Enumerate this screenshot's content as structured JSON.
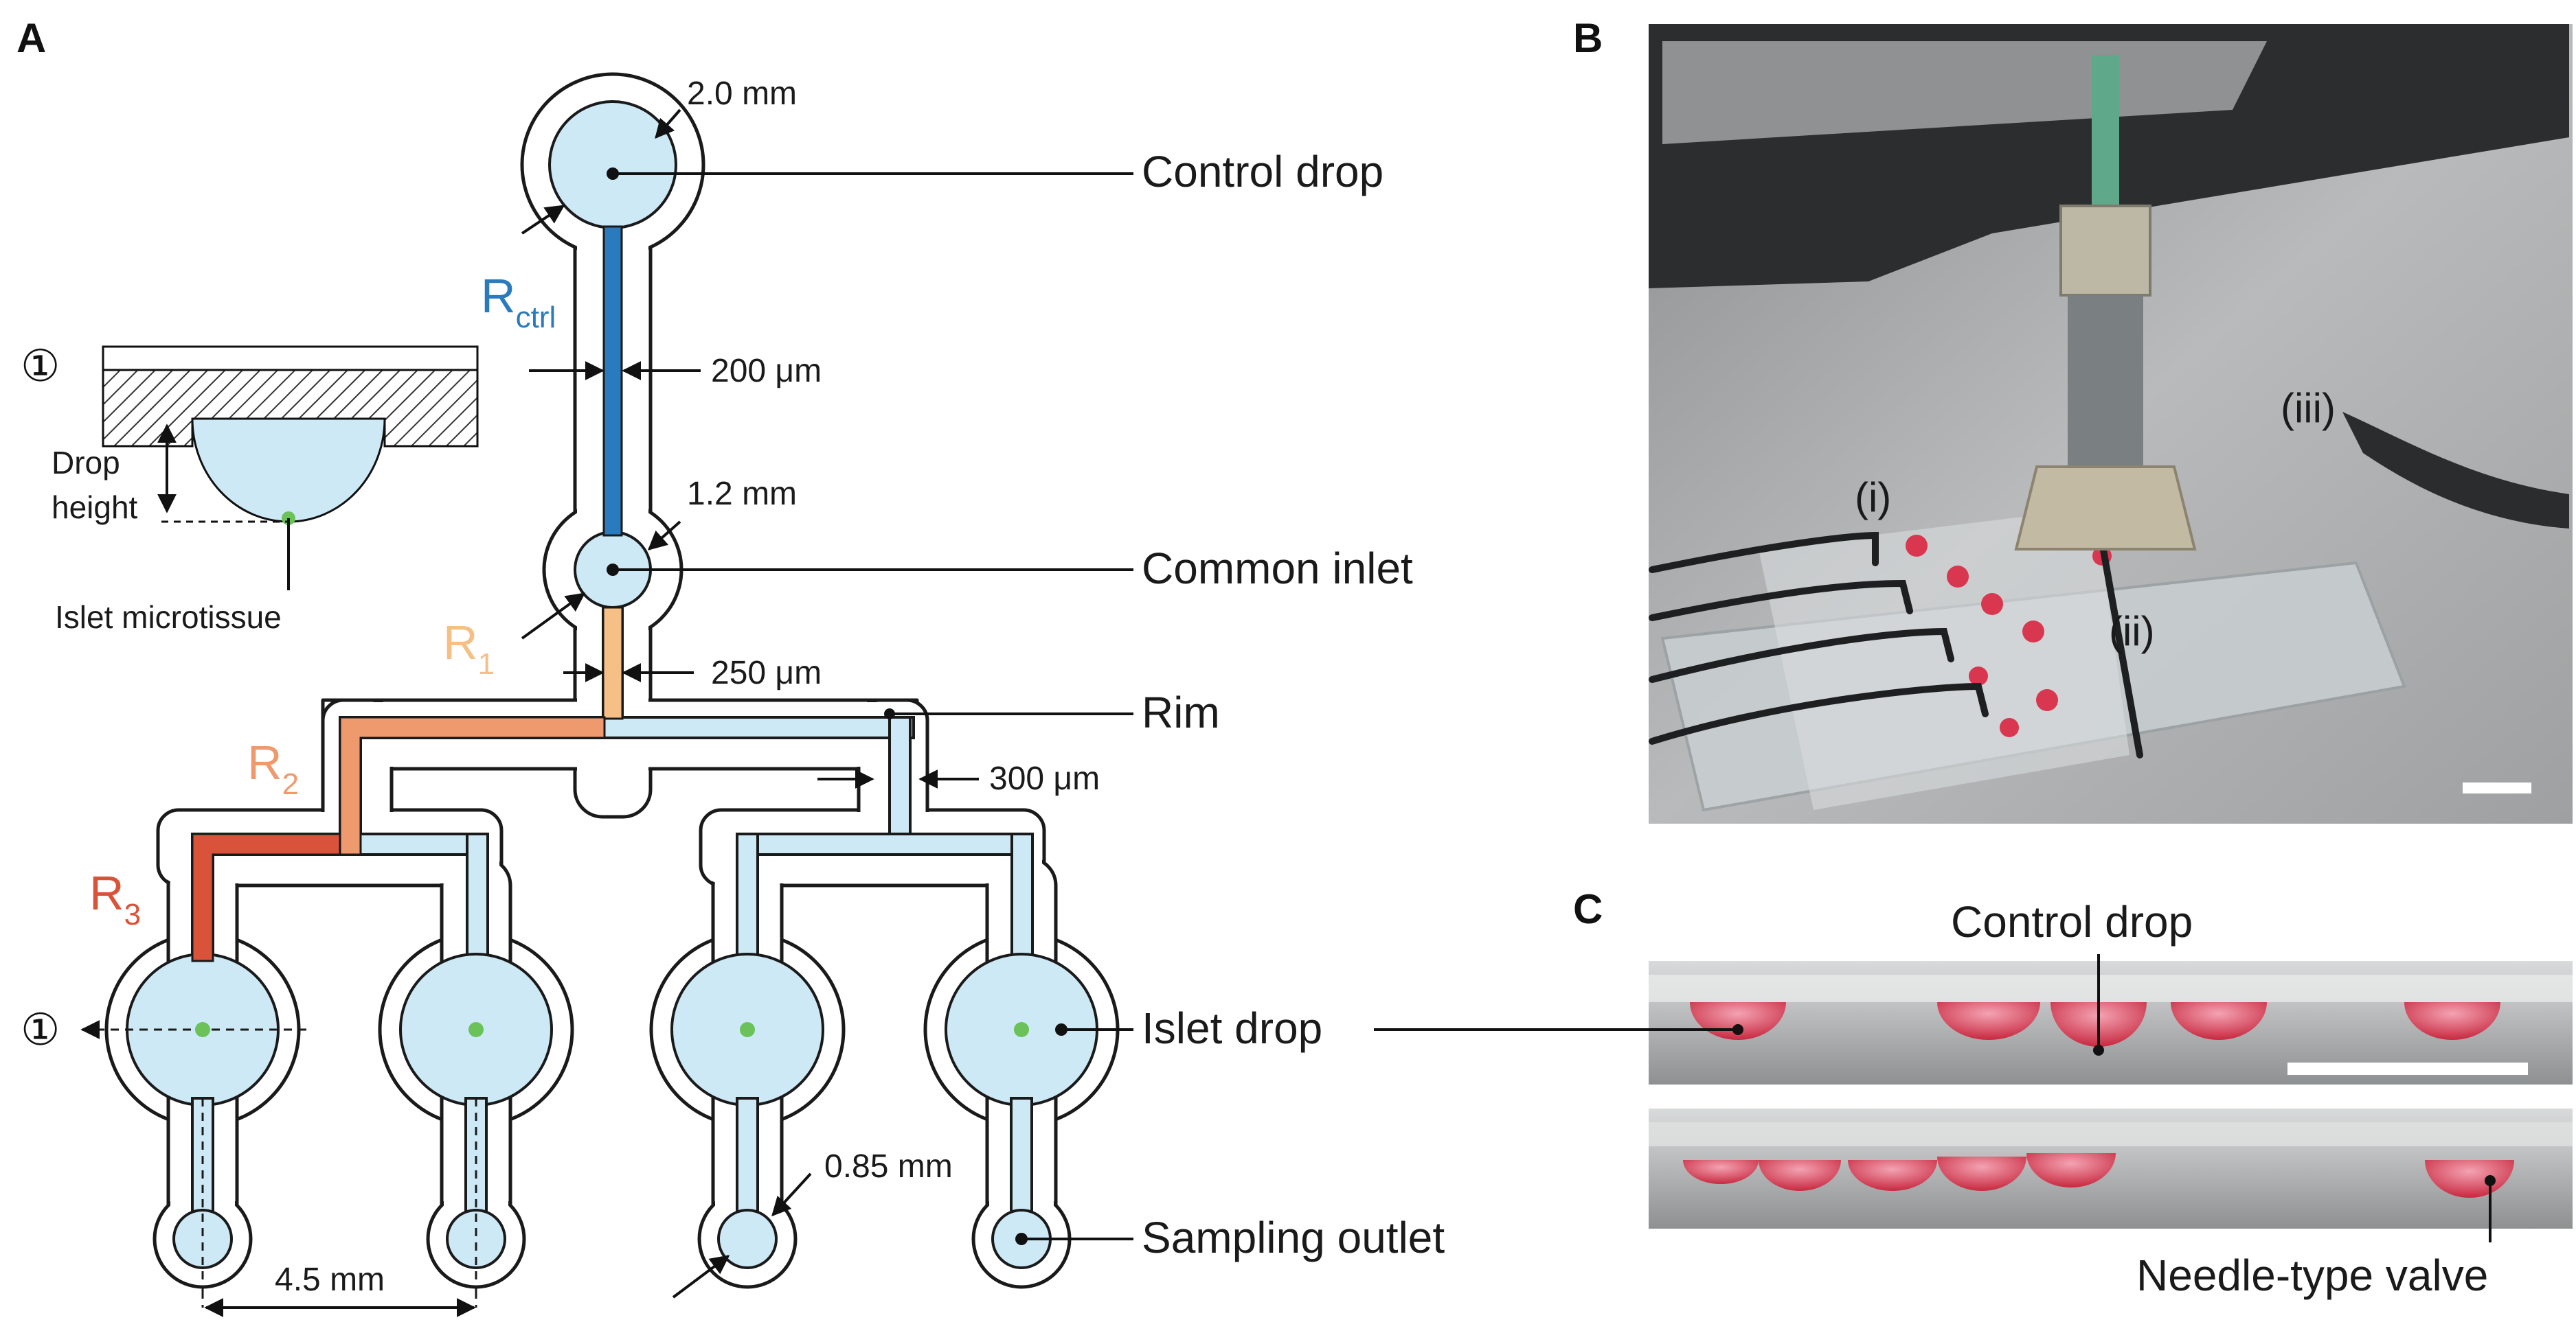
{
  "panels": {
    "a": "A",
    "b": "B",
    "c": "C"
  },
  "labels": {
    "control_drop": "Control drop",
    "common_inlet": "Common inlet",
    "rim": "Rim",
    "islet_drop": "Islet drop",
    "sampling_outlet": "Sampling outlet"
  },
  "dimensions": {
    "control_diam": "2.0 mm",
    "ctrl_channel": "200 μm",
    "inlet_diam": "1.2 mm",
    "r1_channel": "250 μm",
    "rim_width": "300 μm",
    "outlet_diam": "0.85 mm",
    "spacing": "4.5 mm"
  },
  "resistors": {
    "r_ctrl": {
      "main": "R",
      "sub": "ctrl"
    },
    "r1": {
      "main": "R",
      "sub": "1"
    },
    "r2": {
      "main": "R",
      "sub": "2"
    },
    "r3": {
      "main": "R",
      "sub": "3"
    }
  },
  "inset": {
    "marker": "①",
    "drop_height_line1": "Drop",
    "drop_height_line2": "height",
    "islet": "Islet microtissue"
  },
  "photo_b": {
    "i": "(i)",
    "ii": "(ii)",
    "iii": "(iii)"
  },
  "photo_c": {
    "control_drop": "Control drop",
    "needle_valve": "Needle-type valve"
  },
  "colors": {
    "drop_fill": "#cde9f6",
    "r_ctrl": "#2a7bbd",
    "r1": "#f5bf86",
    "r2": "#ee9a6e",
    "r3": "#d9533a",
    "medium_red": "#d9364f"
  }
}
